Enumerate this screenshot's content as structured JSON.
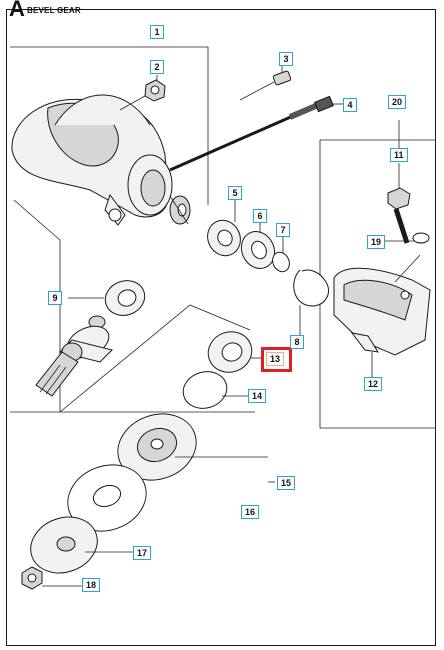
{
  "header": {
    "section_letter": "A",
    "section_title": "BEVEL GEAR"
  },
  "callouts": [
    {
      "id": "1",
      "label": "1"
    },
    {
      "id": "2",
      "label": "2"
    },
    {
      "id": "3",
      "label": "3"
    },
    {
      "id": "4",
      "label": "4"
    },
    {
      "id": "5",
      "label": "5"
    },
    {
      "id": "6",
      "label": "6"
    },
    {
      "id": "7",
      "label": "7"
    },
    {
      "id": "8",
      "label": "8"
    },
    {
      "id": "9",
      "label": "9"
    },
    {
      "id": "11",
      "label": "11"
    },
    {
      "id": "12",
      "label": "12"
    },
    {
      "id": "13",
      "label": "13",
      "highlighted": true
    },
    {
      "id": "14",
      "label": "14"
    },
    {
      "id": "15",
      "label": "15"
    },
    {
      "id": "16",
      "label": "16"
    },
    {
      "id": "17",
      "label": "17"
    },
    {
      "id": "18",
      "label": "18"
    },
    {
      "id": "19",
      "label": "19"
    },
    {
      "id": "20",
      "label": "20"
    }
  ],
  "colors": {
    "callout_border": "#2aa7c9",
    "highlight": "#e02020",
    "frame": "#1a1a1a"
  }
}
